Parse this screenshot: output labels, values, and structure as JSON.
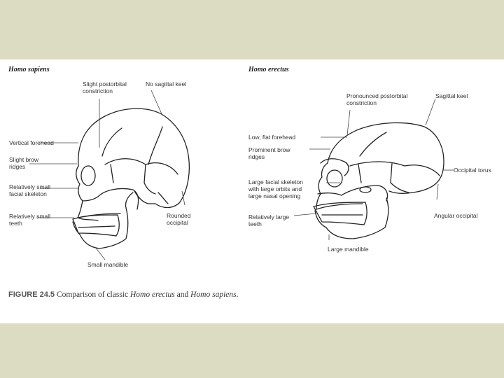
{
  "figure": {
    "number": "FIGURE 24.5",
    "caption_text": "Comparison of classic ",
    "species_a": "Homo erectus",
    "and_word": " and ",
    "species_b": "Homo sapiens",
    "end": "."
  },
  "left_panel": {
    "title": "Homo sapiens",
    "labels": {
      "postorbital": "Slight postorbital\nconstriction",
      "keel": "No sagittal keel",
      "forehead": "Vertical forehead",
      "brow": "Slight brow\nridges",
      "facial": "Relatively small\nfacial skeleton",
      "teeth": "Relatively small\nteeth",
      "occipital": "Rounded\noccipital",
      "mandible": "Small mandible"
    }
  },
  "right_panel": {
    "title": "Homo erectus",
    "labels": {
      "postorbital": "Pronounced postorbital\nconstriction",
      "keel": "Sagittal keel",
      "forehead": "Low, flat forehead",
      "brow": "Prominent brow\nridges",
      "facial": "Large facial skeleton\nwith large orbits and\nlarge nasal opening",
      "torus": "Occipital torus",
      "teeth": "Relatively large\nteeth",
      "occipital": "Angular occipital",
      "mandible": "Large mandible"
    }
  },
  "colors": {
    "frame": "#dcdcc3",
    "panel": "#ffffff",
    "ink": "#222222"
  }
}
